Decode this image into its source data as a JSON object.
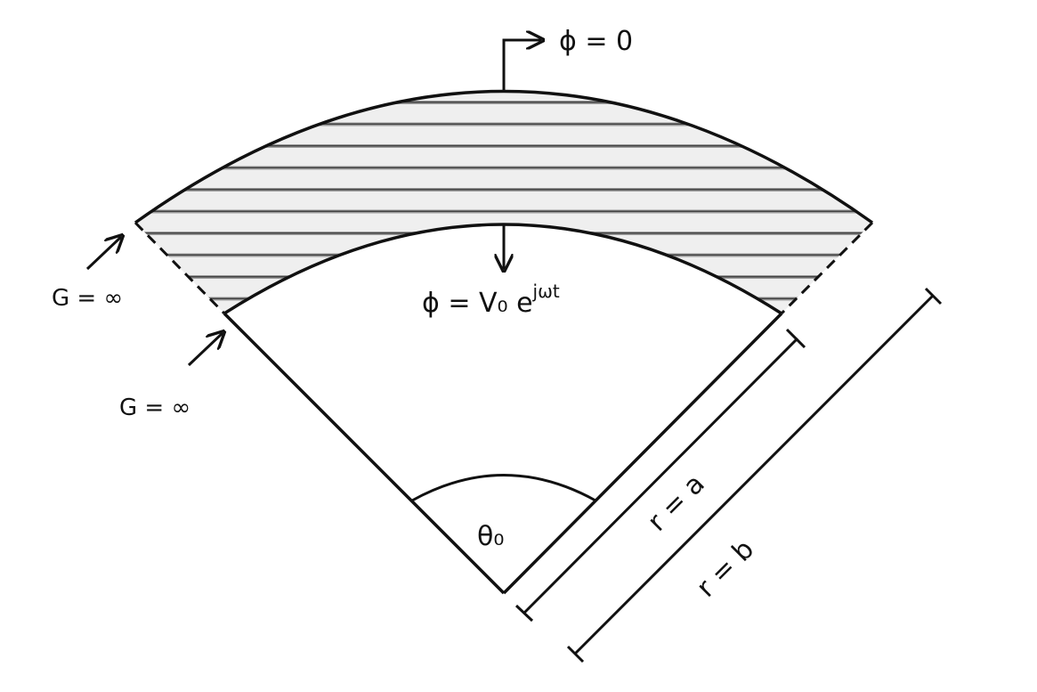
{
  "labels": {
    "outer_potential": "ϕ = 0",
    "inner_potential_base": "ϕ = V₀ e",
    "inner_potential_exponent": "jωt",
    "conductivity_outer": "G = ∞",
    "conductivity_inner": "G = ∞",
    "angle": "θ₀",
    "inner_radius": "r = a",
    "outer_radius": "r = b"
  },
  "colors": {
    "stroke": "#111111",
    "shell_fill": "#ececec",
    "hatch": "#555555"
  }
}
